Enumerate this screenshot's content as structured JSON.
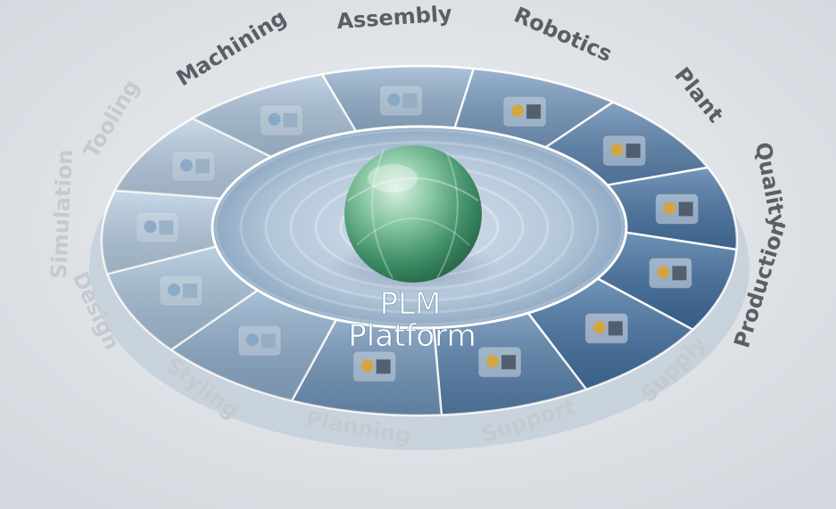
{
  "center": {
    "line1": "PLM",
    "line2": "Platform"
  },
  "segments": [
    {
      "label": "Assembly",
      "icon": "assembly-line-icon"
    },
    {
      "label": "Robotics",
      "icon": "robot-arm-icon"
    },
    {
      "label": "Plant",
      "icon": "plant-cell-icon"
    },
    {
      "label": "Quality",
      "icon": "quality-chart-icon"
    },
    {
      "label": "Production",
      "icon": "production-monitor-icon"
    },
    {
      "label": "Supply",
      "icon": "vehicle-chassis-icon"
    },
    {
      "label": "Support",
      "icon": "jet-aircraft-icon"
    },
    {
      "label": "Planning",
      "icon": "planning-laptop-icon"
    },
    {
      "label": "Styling",
      "icon": "sports-car-icon"
    },
    {
      "label": "Design",
      "icon": "car-design-icon"
    },
    {
      "label": "Simulation",
      "icon": "simulation-part-icon"
    },
    {
      "label": "Tooling",
      "icon": "tooling-mold-icon"
    },
    {
      "label": "Machining",
      "icon": "machining-center-icon"
    }
  ],
  "colors": {
    "background": "#dfe3e7",
    "ring_light": "#b9cfe3",
    "ring_dark": "#3f6d9f",
    "label_dark": "#5a5f66",
    "label_light": "#c5cad0",
    "sphere": "#5faa80"
  }
}
